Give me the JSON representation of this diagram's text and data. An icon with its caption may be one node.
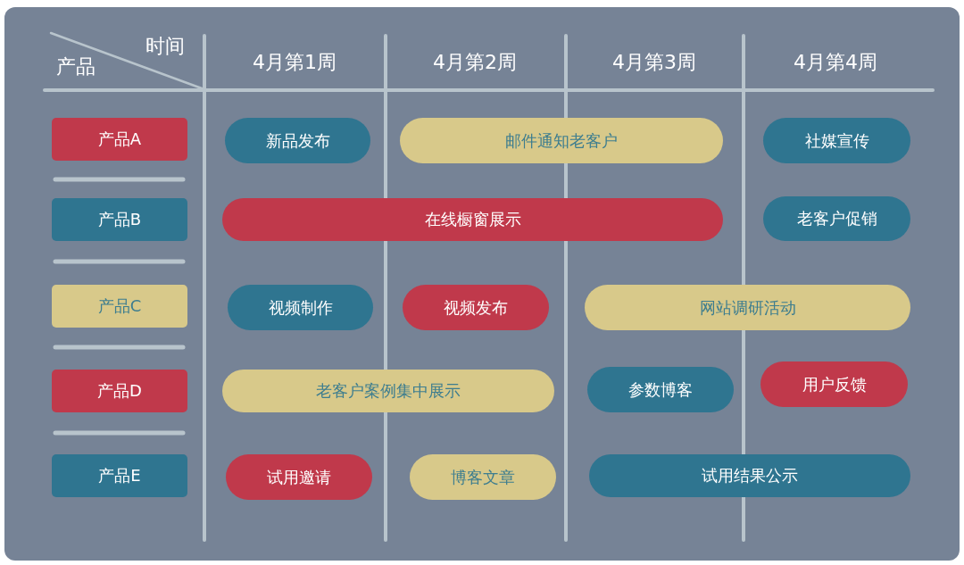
{
  "diagram": {
    "nodes": [
      {
        "text": [
          "产品A"
        ]
      },
      {
        "text": [
          "新品发布"
        ]
      },
      {
        "text": [
          "邮件通知老客户"
        ]
      },
      {
        "text": [
          "社媒宣传"
        ]
      },
      {
        "text": [
          "产品B"
        ]
      },
      {
        "text": [
          "在线橱窗展示"
        ]
      },
      {
        "text": [
          "老客户促销"
        ]
      },
      {
        "text": [
          "产品C"
        ]
      },
      {
        "text": [
          "视频制作"
        ]
      },
      {
        "text": [
          "视频发布"
        ]
      },
      {
        "text": [
          "网站调研活动"
        ]
      },
      {
        "text": [
          "产品D"
        ]
      },
      {
        "text": [
          "老客户案例集中展示"
        ]
      },
      {
        "text": [
          "参数博客"
        ]
      },
      {
        "text": [
          "用户反馈"
        ]
      },
      {
        "text": [
          "产品E"
        ]
      },
      {
        "text": [
          "试用邀请"
        ]
      },
      {
        "text": [
          "博客文章"
        ]
      },
      {
        "text": [
          "试用结果公示"
        ]
      }
    ],
    "edges": [],
    "labels": [
      "时间",
      "产品",
      "4月第1周",
      "4月第2周",
      "4月第3周",
      "4月第4周"
    ]
  }
}
